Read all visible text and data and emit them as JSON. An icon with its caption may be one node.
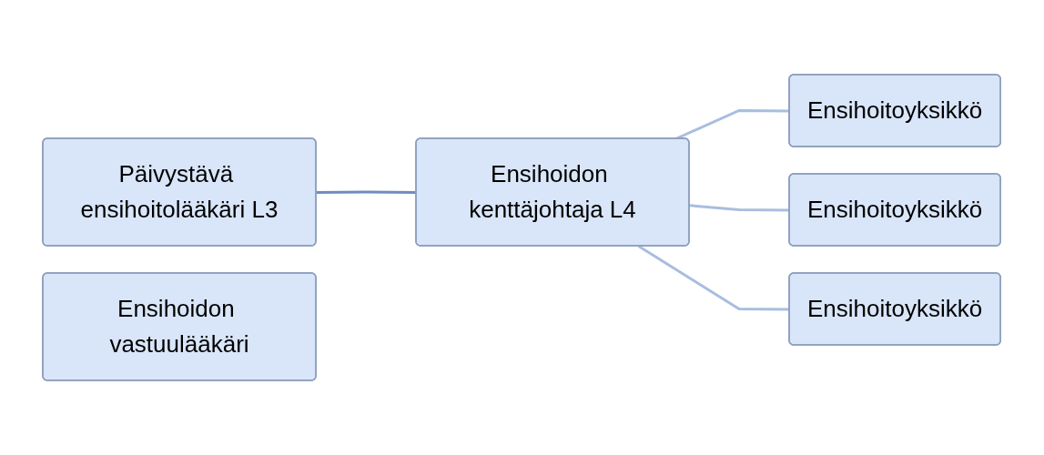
{
  "diagram": {
    "nodes": [
      {
        "text": [
          "Päivystävä ensihoitolääkäri L3"
        ]
      },
      {
        "text": [
          "Ensihoidon vastuulääkäri"
        ]
      },
      {
        "text": [
          "Ensihoidon kenttäjohtaja L4"
        ]
      },
      {
        "text": [
          "Ensihoitoyksikkö"
        ]
      },
      {
        "text": [
          "Ensihoitoyksikkö"
        ]
      },
      {
        "text": [
          "Ensihoitoyksikkö"
        ]
      }
    ],
    "edges": [
      {
        "from": 0,
        "to": 2,
        "arrow": "none",
        "color": "#6f8cbf"
      },
      {
        "from": 2,
        "to": 3,
        "arrow": "none"
      },
      {
        "from": 2,
        "to": 4,
        "arrow": "none"
      },
      {
        "from": 2,
        "to": 5,
        "arrow": "none"
      }
    ]
  }
}
